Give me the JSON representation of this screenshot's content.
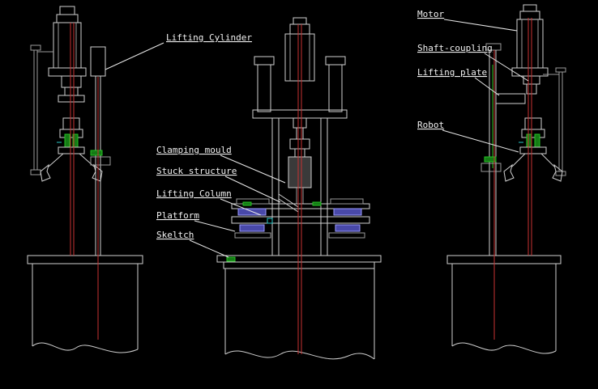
{
  "canvas": {
    "background": "#000000",
    "colors": {
      "line": "#cfcfcf",
      "centerline_red": "#c83232",
      "accent_green": "#25c425",
      "accent_cyan": "#29c9c9",
      "accent_blue": "#4848a8",
      "label_text": "#f2f2f2"
    }
  },
  "labels": {
    "lifting_cylinder": "Lifting Cylinder",
    "clamping_mould": "Clamping mould",
    "stuck_structure": "Stuck structure",
    "lifting_column": "Lifting Column",
    "platform": "Platform",
    "skeltch": "Skeltch",
    "motor": "Motor",
    "shaft_coupling": "Shaft-coupling",
    "lifting_plate": "Lifting plate",
    "robot": "Robot"
  }
}
